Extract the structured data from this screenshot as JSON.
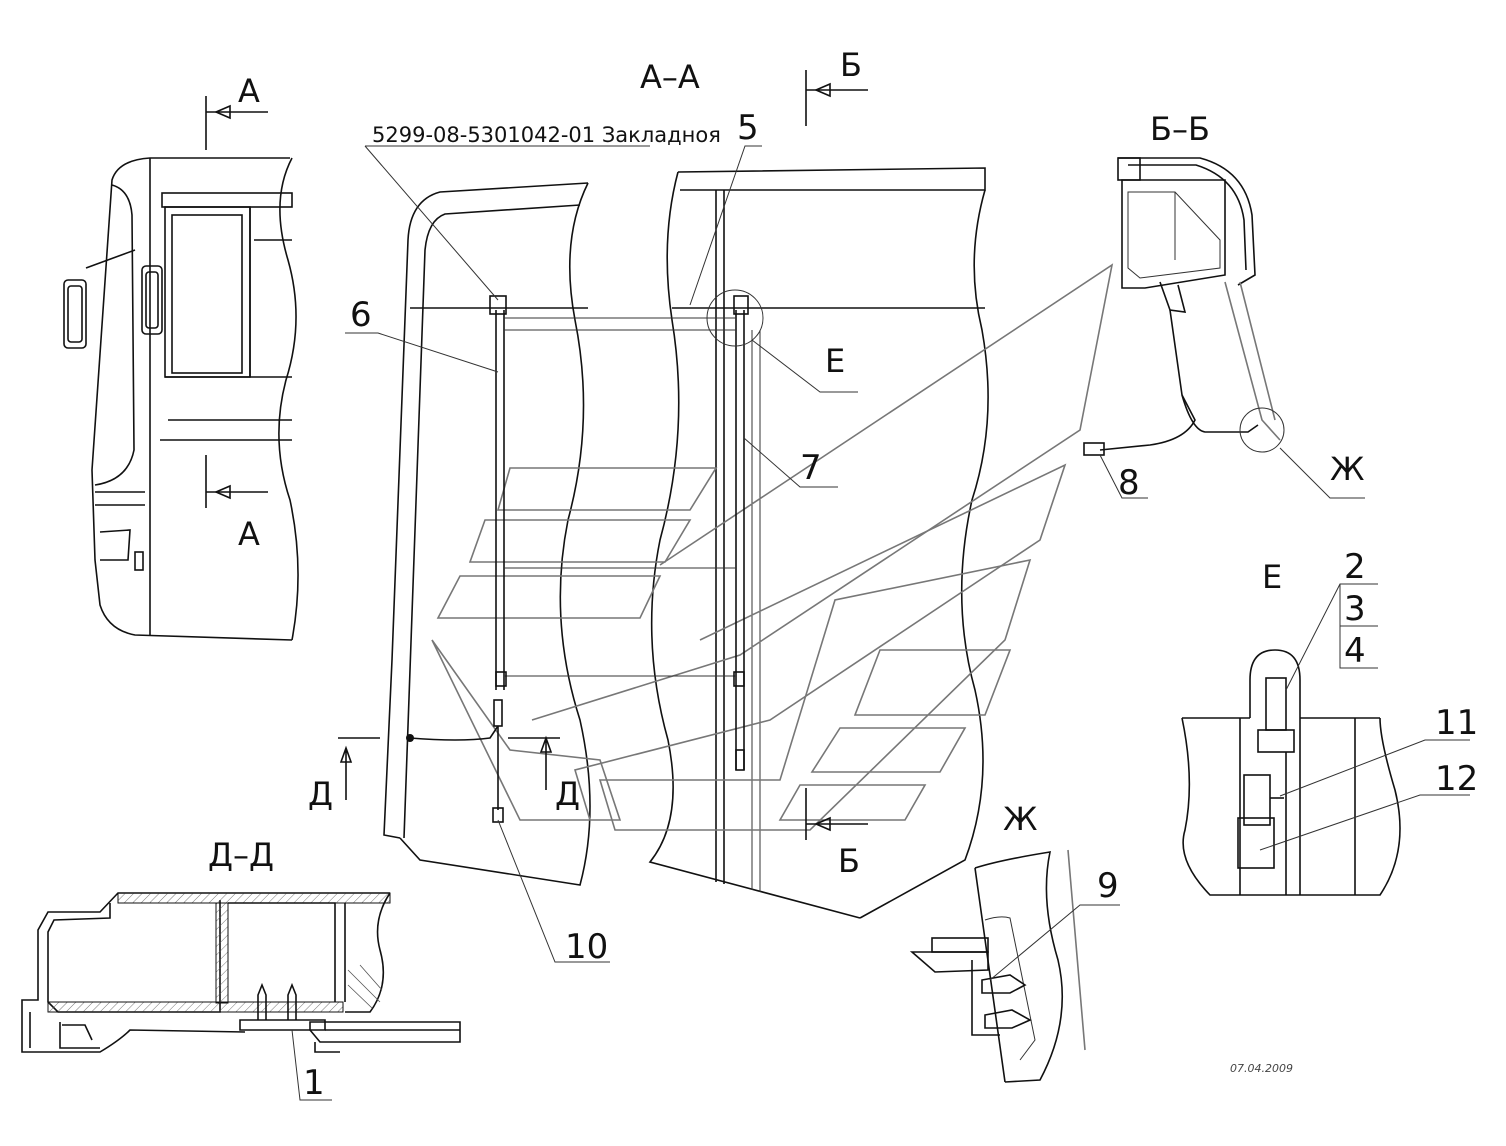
{
  "sections": {
    "a_a": "А–А",
    "b_b": "Б–Б",
    "d_d": "Д–Д",
    "e": "Е",
    "zh": "Ж"
  },
  "cut_marks": {
    "a_top": "А",
    "a_bottom": "А",
    "b_top": "Б",
    "b_bottom": "Б",
    "d_left": "Д",
    "d_right": "Д",
    "e_callout": "Е",
    "zh_callout": "Ж"
  },
  "part_note": "5299-08-5301042-01 Закладноя",
  "callouts": [
    "1",
    "2",
    "3",
    "4",
    "5",
    "6",
    "7",
    "8",
    "9",
    "10",
    "11",
    "12"
  ],
  "date_stamp": "07.04.2009"
}
